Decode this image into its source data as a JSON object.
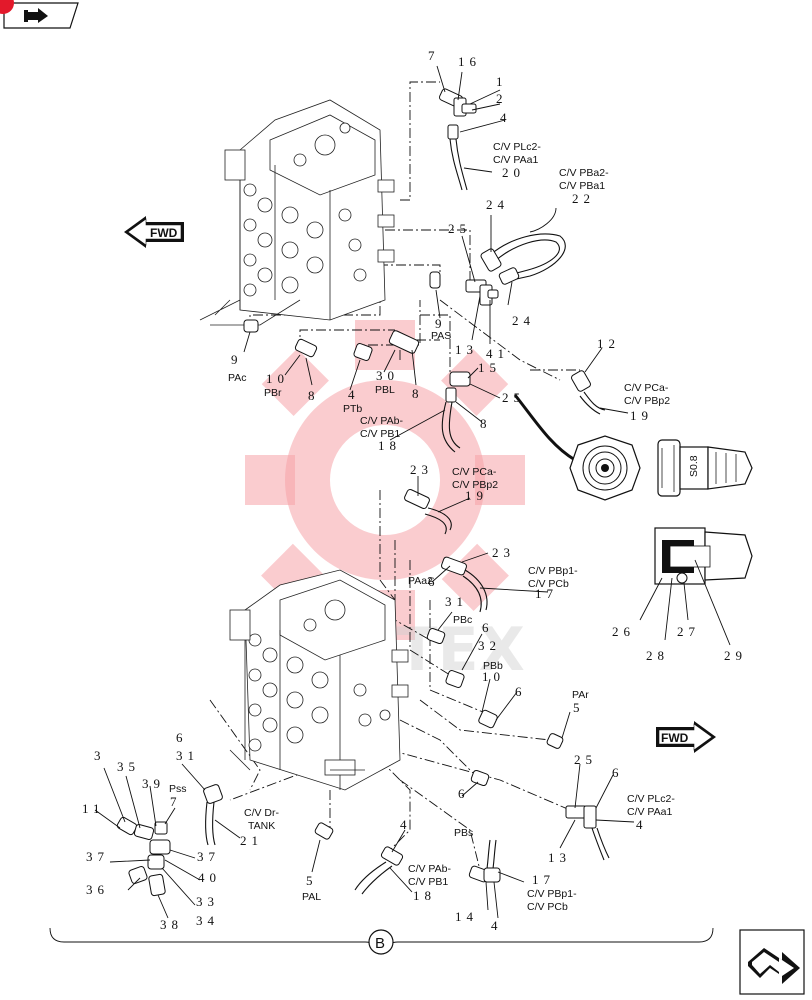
{
  "nav": {
    "badge_color": "#e3192b",
    "icon": "forward-arrow-icon"
  },
  "fwd_label": "FWD",
  "section_letter": "B",
  "fitting_marking": "S0.8",
  "labels": {
    "c_plc2_top": [
      "C/V PLc2-",
      "C/V PAa1"
    ],
    "c_pba2": [
      "C/V PBa2-",
      "C/V PBa1"
    ],
    "c_pca_right": [
      "C/V PCa-",
      "C/V PBp2"
    ],
    "c_pab_mid": [
      "C/V PAb-",
      "C/V PB1"
    ],
    "c_pca_mid": [
      "C/V PCa-",
      "C/V PBp2"
    ],
    "c_pbp1_mid": [
      "C/V PBp1-",
      "C/V PCb"
    ],
    "c_plc2_bot": [
      "C/V PLc2-",
      "C/V PAa1"
    ],
    "c_dr_tank": [
      "C/V Dr-",
      "TANK"
    ],
    "c_pab_bot": [
      "C/V PAb-",
      "C/V PB1"
    ],
    "c_pbp1_bot": [
      "C/V PBp1-",
      "C/V PCb"
    ],
    "pas": "PAS",
    "pac": "PAc",
    "pbr": "PBr",
    "pbl": "PBL",
    "ptb": "PTb",
    "paa2": "PAa2",
    "pbc": "PBc",
    "pbb": "PBb",
    "par": "PAr",
    "pss": "Pss",
    "pbs": "PBs",
    "pal": "PAL"
  },
  "parts": {
    "p7a": "7",
    "p16": "16",
    "p1": "1",
    "p2": "2",
    "p4a": "4",
    "p20": "20",
    "p22": "22",
    "p24a": "24",
    "p25a": "25",
    "p24b": "24",
    "p9a": "9",
    "p13a": "13",
    "p41": "41",
    "p9b": "9",
    "p10a": "10",
    "p8a": "8",
    "p30": "30",
    "p8b": "8",
    "p4b": "4",
    "p15": "15",
    "p25b": "25",
    "p8c": "8",
    "p18a": "18",
    "p12": "12",
    "p19a": "19",
    "p23a": "23",
    "p19b": "19",
    "p23b": "23",
    "p6a": "6",
    "p17a": "17",
    "p31a": "31",
    "p6b": "6",
    "p32": "32",
    "p10b": "10",
    "p6c": "6",
    "p5a": "5",
    "p25c": "25",
    "p6d": "6",
    "p4c": "4",
    "p13b": "13",
    "p6e": "6",
    "p31b": "31",
    "p21": "21",
    "p3": "3",
    "p35": "35",
    "p39": "39",
    "p7b": "7",
    "p11": "11",
    "p37a": "37",
    "p37b": "37",
    "p40": "40",
    "p36": "36",
    "p33": "33",
    "p38": "38",
    "p34": "34",
    "p5b": "5",
    "p4d": "4",
    "p18b": "18",
    "p17b": "17",
    "p14": "14",
    "p4e": "4",
    "p26": "26",
    "p28": "28",
    "p27": "27",
    "p29": "29"
  }
}
